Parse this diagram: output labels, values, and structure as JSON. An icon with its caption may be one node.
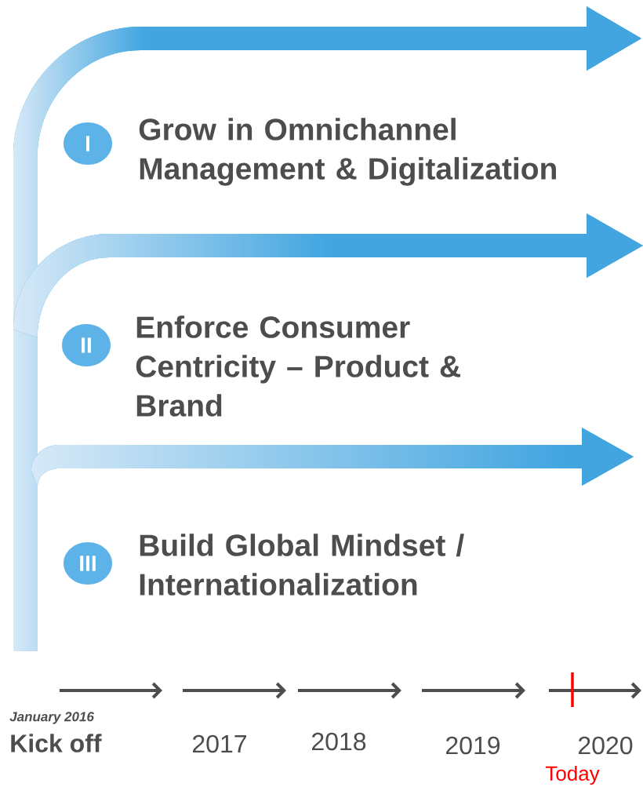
{
  "diagram": {
    "nodes": [
      {
        "text": [
          "I"
        ],
        "beside": [
          "Grow in Omnichannel Management & Digitalization"
        ]
      },
      {
        "text": [
          "II"
        ],
        "beside": [
          "Enforce Consumer Centricity – Product & Brand"
        ]
      },
      {
        "text": [
          "III"
        ],
        "beside": [
          "Build Global Mindset / Internationalization"
        ]
      }
    ],
    "labels": [
      "January 2016",
      "Kick off",
      "2017",
      "2018",
      "2019",
      "2020",
      "Today"
    ]
  }
}
